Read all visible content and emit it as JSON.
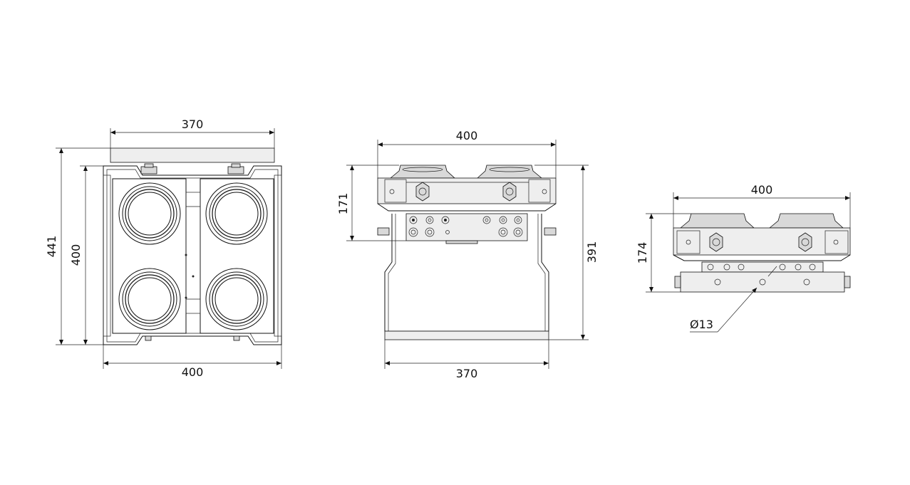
{
  "dimensions": {
    "front_top_width": "370",
    "front_height_total": "441",
    "front_height_body": "400",
    "front_bottom_width": "400",
    "side_top_width": "400",
    "side_upper_height": "171",
    "side_total_height": "391",
    "side_bottom_width": "370",
    "rear_top_width": "400",
    "rear_height": "174",
    "hole_diameter": "Ø13"
  },
  "colors": {
    "line": "#111111",
    "fill_light": "#eeeeee",
    "fill_grey": "#d9d9d9",
    "background": "#ffffff"
  }
}
